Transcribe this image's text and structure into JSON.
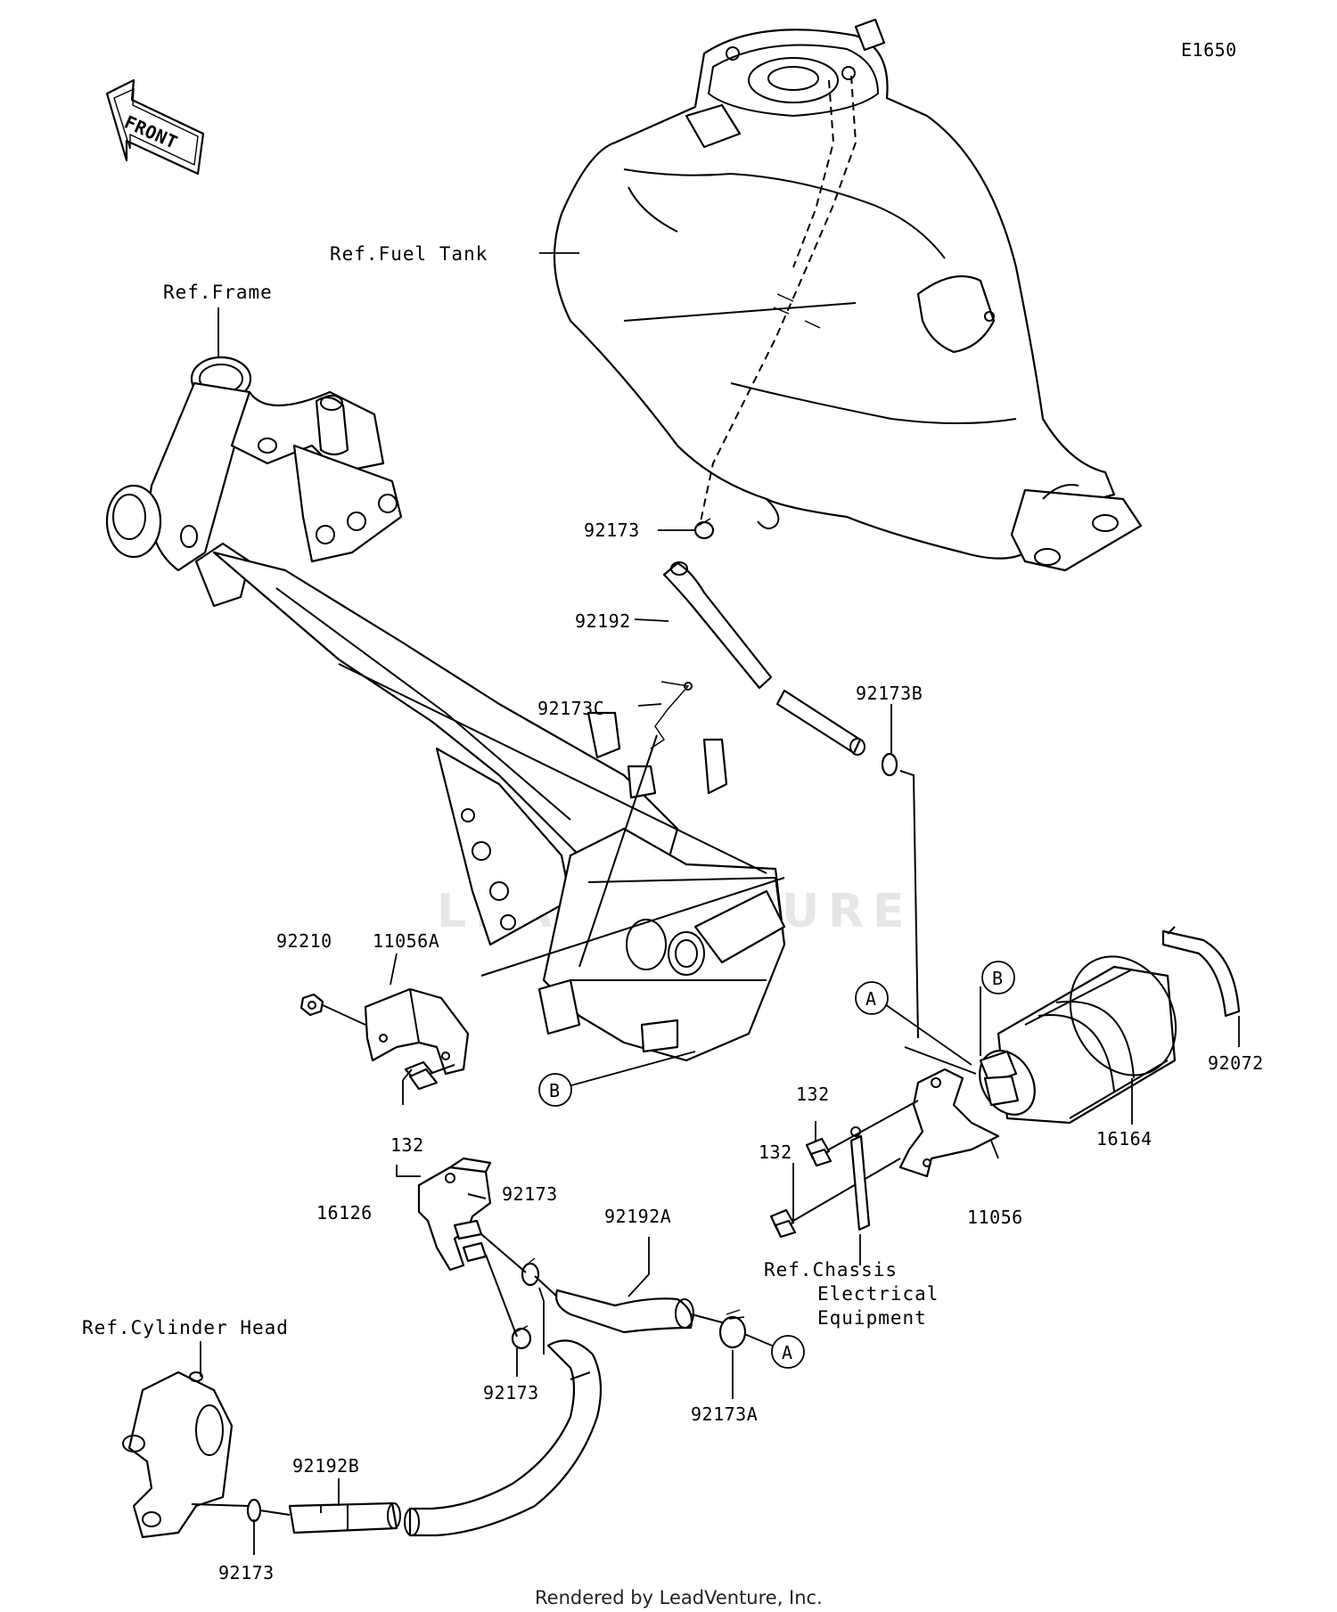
{
  "diagram_code": "E1650",
  "front_label": "FRONT",
  "refs": {
    "fuel_tank": "Ref.Fuel Tank",
    "frame": "Ref.Frame",
    "cylinder_head": "Ref.Cylinder Head",
    "chassis_line1": "Ref.Chassis",
    "chassis_line2": "Electrical",
    "chassis_line3": "Equipment"
  },
  "parts": {
    "p92173_top": "92173",
    "p92192": "92192",
    "p92173C": "92173C",
    "p92173B": "92173B",
    "p92210": "92210",
    "p11056A": "11056A",
    "p132_left": "132",
    "p16126": "16126",
    "p92173_mid": "92173",
    "p92192A": "92192A",
    "p92173_low": "92173",
    "p92173A": "92173A",
    "p92192B": "92192B",
    "p92173_bottom": "92173",
    "p132_right_top": "132",
    "p132_right_low": "132",
    "p11056": "11056",
    "p16164": "16164",
    "p92072": "92072"
  },
  "markers": {
    "a_right": "A",
    "b_right": "B",
    "b_frame": "B",
    "a_hose": "A"
  },
  "watermark": "LEADVENTURE",
  "footer": "Rendered by LeadVenture, Inc."
}
